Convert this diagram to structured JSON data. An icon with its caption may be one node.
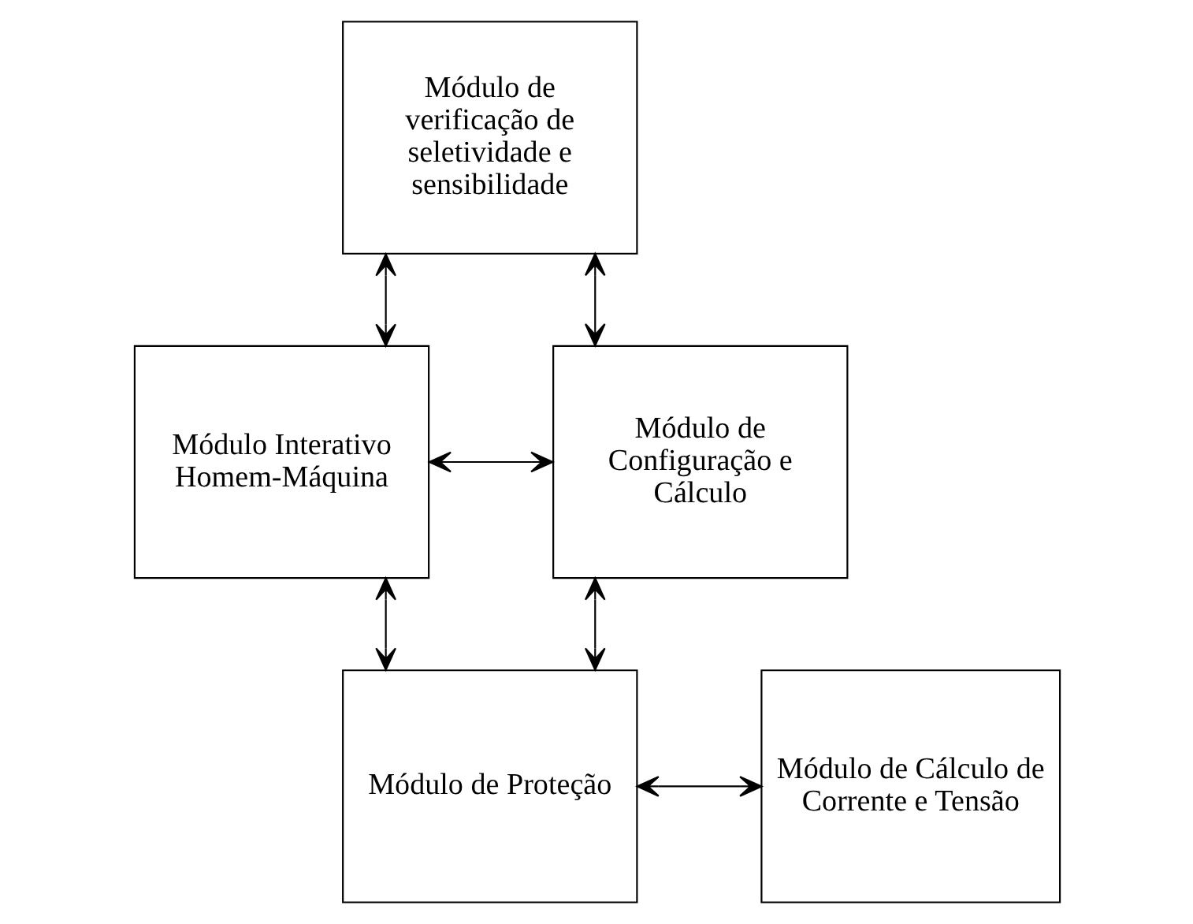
{
  "diagram": {
    "nodes": [
      {
        "text": [
          "Módulo de verificação de seletividade e sensibilidade"
        ]
      },
      {
        "text": [
          "Módulo Interativo Homem-Máquina"
        ]
      },
      {
        "text": [
          "Módulo de Configuração e Cálculo"
        ]
      },
      {
        "text": [
          "Módulo de Proteção"
        ]
      },
      {
        "text": [
          "Módulo de Cálculo de Corrente e Tensão"
        ]
      }
    ],
    "edges": [
      {
        "from": 1,
        "to": 0,
        "arrow": "both"
      },
      {
        "from": 0,
        "to": 2,
        "arrow": "both"
      },
      {
        "from": 1,
        "to": 2,
        "arrow": "both"
      },
      {
        "from": 2,
        "to": 3,
        "arrow": "both"
      },
      {
        "from": 1,
        "to": 3,
        "arrow": "both"
      },
      {
        "from": 3,
        "to": 4,
        "arrow": "both"
      }
    ]
  }
}
